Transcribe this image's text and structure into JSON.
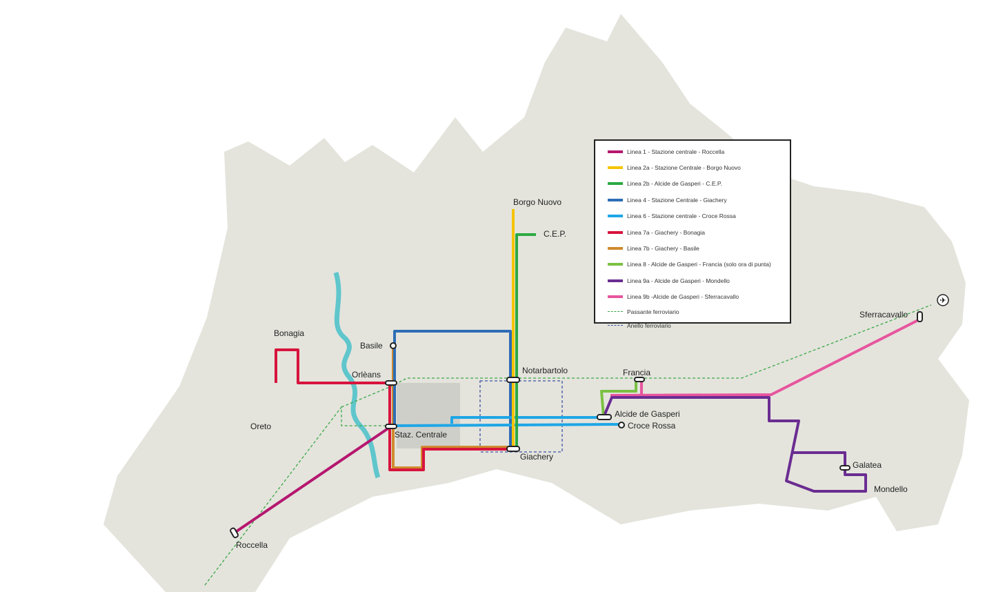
{
  "stations": {
    "borgo_nuovo": "Borgo Nuovo",
    "cep": "C.E.P.",
    "bonagia": "Bonagia",
    "basile": "Basile",
    "orleans": "Orlèans",
    "oreto": "Oreto",
    "staz_centrale": "Staz. Centrale",
    "notarbartolo": "Notarbartolo",
    "francia": "Francia",
    "alcide": "Alcide de Gasperi",
    "croce_rossa": "Croce Rossa",
    "giachery": "Giachery",
    "sferracavallo": "Sferracavallo",
    "galatea": "Galatea",
    "mondello": "Mondello",
    "roccella": "Roccella"
  },
  "legend": [
    {
      "label": "Linea 1 - Stazione centrale - Roccella",
      "color": "#b5176f"
    },
    {
      "label": "Linea 2a - Stazione Centrale - Borgo Nuovo",
      "color": "#f5c400"
    },
    {
      "label": "Linea 2b - Alcide de Gasperi - C.E.P.",
      "color": "#2ca942"
    },
    {
      "label": "Linea 4 - Stazione Centrale - Giachery",
      "color": "#2e6db5"
    },
    {
      "label": "Linea 6 - Stazione centrale - Croce Rossa",
      "color": "#1ea6e6"
    },
    {
      "label": "Linea 7a - Giachery - Bonagia",
      "color": "#d7143c"
    },
    {
      "label": "Linea 7b - Giachery - Basile",
      "color": "#d08a2e"
    },
    {
      "label": "Linea 8 - Alcide de Gasperi - Francia (solo ora di punta)",
      "color": "#7ac143"
    },
    {
      "label": "Linea 9a - Alcide de Gasperi - Mondello",
      "color": "#6a2c91"
    },
    {
      "label": "Linea 9b -Alcide de Gasperi - Sferracavallo",
      "color": "#e7559d"
    },
    {
      "label": "Passante ferroviario",
      "color": "#3aa845"
    },
    {
      "label": "Anello ferroviario",
      "color": "#3f51a3"
    }
  ]
}
